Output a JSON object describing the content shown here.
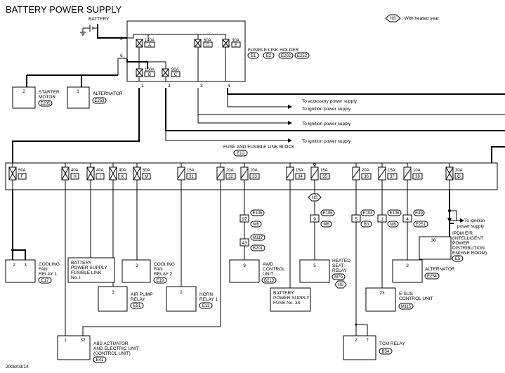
{
  "title": "BATTERY POWER SUPPLY",
  "date": "2008/03/14",
  "legend": {
    "badge": "HS",
    "text": ": With heated seat"
  },
  "battery": {
    "label": "BATTERY"
  },
  "fusible_link_holder": {
    "label": "FUSIBLE LINK HOLDER",
    "connectors": [
      "E1",
      "E2",
      "E202",
      "E252"
    ],
    "input_pins": [
      "5",
      "6"
    ],
    "links": [
      {
        "rating": "140A",
        "letter": "A"
      },
      {
        "rating": "60A",
        "letter": "D"
      },
      {
        "rating": "30A",
        "letter": "E"
      },
      {
        "rating": "100A",
        "letter": "B"
      },
      {
        "rating": "80A",
        "letter": "C"
      }
    ],
    "output_pins": [
      "1",
      "2",
      "3",
      "4"
    ]
  },
  "starter_motor": {
    "pin": "2",
    "label1": "STARTER",
    "label2": "MOTOR",
    "connector": "E205"
  },
  "alternator_top": {
    "pin": "1",
    "label": "ALTERNATOR",
    "connector": "E253"
  },
  "destinations": [
    "To accessory power supply",
    "To ignition power supply",
    "To ignition power supply",
    "To ignition power supply"
  ],
  "fuse_block": {
    "label1": "FUSE AND FUSIBLE LINK BLOCK",
    "connector": "E12",
    "fuses": [
      {
        "rating": "50A",
        "id": "F"
      },
      {
        "rating": "40A",
        "id": "H"
      },
      {
        "rating": "40A",
        "id": "I"
      },
      {
        "rating": "40A",
        "id": "K"
      },
      {
        "rating": "50A",
        "id": "M"
      },
      {
        "rating": "15A",
        "id": "31"
      },
      {
        "rating": "20A",
        "id": "32"
      },
      {
        "rating": "10A",
        "id": "33"
      },
      {
        "rating": "15A",
        "id": "34"
      },
      {
        "rating": "15A",
        "id": "35"
      },
      {
        "rating": "20A",
        "id": "36"
      },
      {
        "rating": "15A",
        "id": "37"
      },
      {
        "rating": "10A",
        "id": "38"
      },
      {
        "rating": "30A",
        "id": "G"
      }
    ]
  },
  "ipdm_dest": {
    "line1": "To ignition",
    "line2": "power supply"
  },
  "ipdm": {
    "pin": "36",
    "lines": [
      "IPDM E/R",
      "(INTELLIGENT",
      "POWER",
      "DISTRIBUTION",
      "ENGINE ROOM)"
    ],
    "connector": "E5"
  },
  "inline_connectors": [
    {
      "pin": "97",
      "connector": "E106"
    },
    {
      "pin": "",
      "connector": "M6"
    },
    {
      "pin": "43",
      "connector": "M117"
    },
    {
      "pin": "",
      "connector": "B201"
    },
    {
      "pin": "9",
      "connector": "E106"
    },
    {
      "pin": "",
      "connector": "M6"
    },
    {
      "pin": "5",
      "connector": "E104"
    },
    {
      "pin": "",
      "connector": "B3"
    },
    {
      "pin": "1",
      "connector": "E106"
    },
    {
      "pin": "",
      "connector": "M6"
    },
    {
      "pin": "4",
      "connector": "E49"
    },
    {
      "pin": "",
      "connector": "E251"
    }
  ],
  "components": {
    "cooling_fan_relay1": {
      "pins": [
        "2",
        "3"
      ],
      "lines": [
        "COOLING",
        "FAN",
        "RELAY 1"
      ],
      "connector": "E17"
    },
    "bps_fusible_link": {
      "lines": [
        "BATTERY",
        "POWER SUPPLY",
        "FUSIBLE LINK",
        "No. I"
      ]
    },
    "cooling_fan_relay2": {
      "pin": "3",
      "lines": [
        "COOLING",
        "FAN",
        "RELAY 2"
      ],
      "connector": "E19"
    },
    "air_pump_relay": {
      "pin": "3",
      "lines": [
        "AIR PUMP",
        "RELAY"
      ],
      "connector": "E51"
    },
    "horn_relay": {
      "pin": "2",
      "lines": [
        "HORN",
        "RELAY 1"
      ],
      "connector": "E11"
    },
    "awd_control_unit": {
      "pin": "9",
      "lines": [
        "AWD",
        "CONTROL",
        "UNIT"
      ],
      "connector": "B213"
    },
    "bps_fuse34": {
      "lines": [
        "BATTERY",
        "POWER SUPPLY",
        "FUSE No. 34"
      ]
    },
    "heated_seat_relay": {
      "pin": "5",
      "lines": [
        "HEATED",
        "SEAT",
        "RELAY"
      ],
      "connector": "M70"
    },
    "esus_control_unit": {
      "pin": "23",
      "lines": [
        "E-SUS",
        "CONTROL UNIT"
      ],
      "connector": "M115"
    },
    "alternator_bottom": {
      "pin": "3",
      "lines": [
        "ALTERNATOR"
      ],
      "connector": "E254"
    },
    "abs_actuator": {
      "pins": [
        "1",
        "32"
      ],
      "lines": [
        "ABS ACTUATOR",
        "AND ELECTRIC UNIT",
        "(CONTROL UNIT)"
      ],
      "connector": "E41"
    },
    "tcm_relay": {
      "pins": [
        "2",
        "7"
      ],
      "lines": [
        "TCM RELAY"
      ],
      "connector": "B54"
    }
  }
}
